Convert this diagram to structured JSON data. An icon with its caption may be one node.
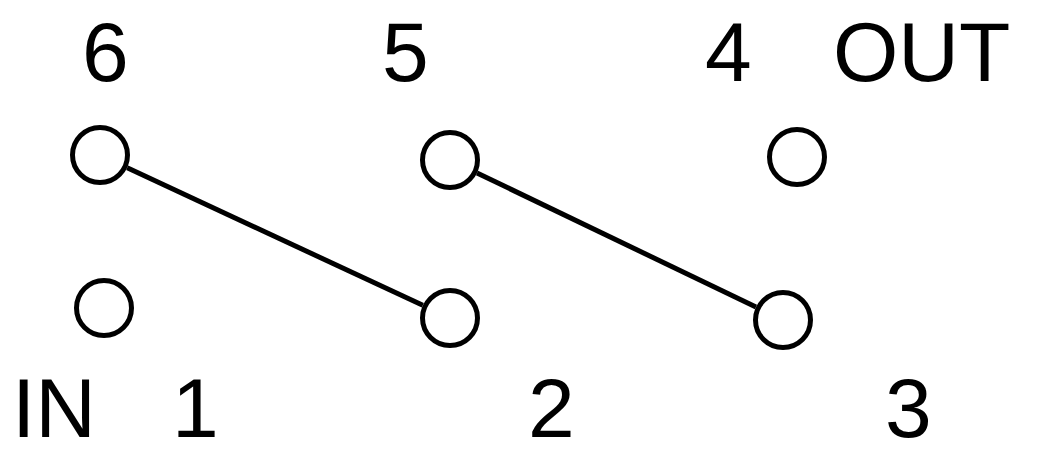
{
  "diagram": {
    "nodes": [
      {
        "text": [],
        "shape": "circle",
        "beside": [
          "6"
        ]
      },
      {
        "text": [],
        "shape": "circle",
        "beside": [
          "5"
        ]
      },
      {
        "text": [],
        "shape": "circle",
        "beside": [
          "4",
          "OUT"
        ]
      },
      {
        "text": [],
        "shape": "circle",
        "beside": [
          "IN",
          "1"
        ]
      },
      {
        "text": [],
        "shape": "circle",
        "beside": [
          "2"
        ]
      },
      {
        "text": [],
        "shape": "circle",
        "beside": [
          "3"
        ]
      }
    ],
    "edges": [
      {
        "from": 0,
        "to": 4,
        "arrow": "none"
      },
      {
        "from": 1,
        "to": 5,
        "arrow": "none"
      }
    ]
  }
}
